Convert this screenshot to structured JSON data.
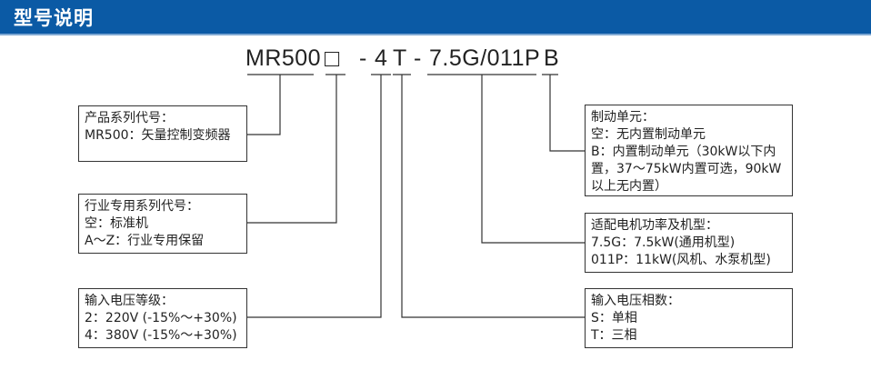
{
  "header": {
    "title": "型号说明"
  },
  "model": {
    "prefix": "MR500",
    "placeholder_box": "□",
    "dash1": "-",
    "voltage": "4",
    "phase": "T",
    "dash2": "-",
    "power": "7.5G/011P",
    "brake": "B"
  },
  "boxes": {
    "series": {
      "title": "产品系列代号：",
      "lines": [
        "MR500：矢量控制变频器"
      ]
    },
    "industry": {
      "title": "行业专用系列代号：",
      "lines": [
        "空：标准机",
        "A～Z：行业专用保留"
      ]
    },
    "voltage": {
      "title": "输入电压等级：",
      "lines": [
        "2：220V (-15%～+30%)",
        "4：380V (-15%～+30%)"
      ]
    },
    "brake": {
      "title": "制动单元：",
      "lines": [
        "空：无内置制动单元",
        "B：内置制动单元（30kW以下内",
        "置，37～75kW内置可选，90kW",
        "以上无内置）"
      ]
    },
    "motor": {
      "title": "适配电机功率及机型：",
      "lines": [
        "7.5G：7.5kW(通用机型)",
        "011P：11kW(风机、水泵机型)"
      ]
    },
    "phase": {
      "title": "输入电压相数：",
      "lines": [
        "S：单相",
        "T：三相"
      ]
    }
  }
}
